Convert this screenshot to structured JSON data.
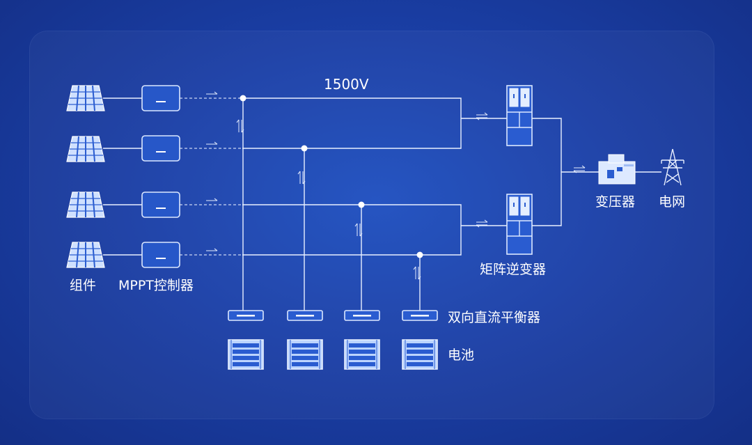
{
  "labels": {
    "voltage": "1500V",
    "modules": "组件",
    "mppt": "MPPT控制器",
    "matrix_inverter": "矩阵逆变器",
    "bidirectional_dc": "双向直流平衡器",
    "battery": "电池",
    "transformer": "变压器",
    "grid": "电网"
  },
  "colors": {
    "background": "#1a3fa6",
    "line": "#e9f0ff",
    "component_fill": "#2a5cd0",
    "component_light": "#bcd4ff"
  },
  "icons": {
    "module": "solar-panel-icon",
    "mppt": "mppt-controller-icon",
    "inverter": "inverter-cabinet-icon",
    "balancer": "dc-balancer-icon",
    "battery": "battery-rack-icon",
    "transformer": "transformer-icon",
    "grid": "power-tower-icon"
  }
}
